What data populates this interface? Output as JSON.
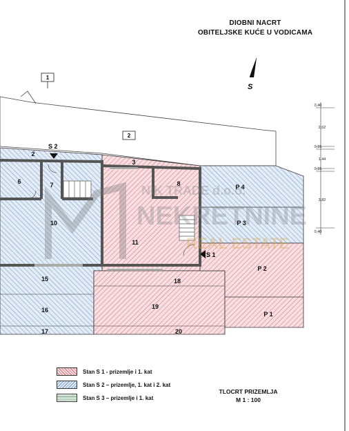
{
  "header": {
    "line1": "DIOBNI NACRT",
    "line2": "OBITELJSKE KUĆE U VODICAMA"
  },
  "north": {
    "label": "S",
    "icon": "north-arrow-icon"
  },
  "callouts": {
    "parcel": "1",
    "yard": "2",
    "section_mark": "S 2",
    "section_mark_2": "S 1"
  },
  "rooms": {
    "r2": "2",
    "r3": "3",
    "r6": "6",
    "r7": "7",
    "r8": "8",
    "r10": "10",
    "r11": "11",
    "r15": "15",
    "r16": "16",
    "r17": "17",
    "r18": "18",
    "r19": "19",
    "r20": "20"
  },
  "parking": {
    "p1": "P 1",
    "p2": "P 2",
    "p3": "P 3",
    "p4": "P 4"
  },
  "dimensions": [
    "0,40",
    "2,62",
    "0,15",
    "1,44",
    "0,15",
    "3,82",
    "0,40"
  ],
  "watermark": {
    "line1": "NIK TRADE d.o.o.",
    "line2": "NEKRETNINE",
    "line3": "REAL ESTATE"
  },
  "legend": [
    {
      "label": "Stan S 1 - prizemlje i 1. kat",
      "color": "#d86a78"
    },
    {
      "label": "Stan S 2 – prizemlje, 1. kat i 2. kat",
      "color": "#6f96c4"
    },
    {
      "label": "Stan S 3 – prizemlje i 1. kat",
      "color": "#4f9a5c"
    }
  ],
  "floor": {
    "name": "TLOCRT PRIZEMLJA",
    "scale": "M 1 : 100"
  }
}
